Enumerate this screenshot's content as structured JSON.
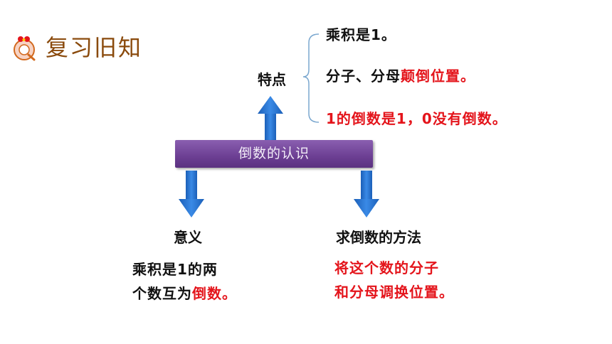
{
  "header": {
    "title": "复习旧知",
    "logo_icon": "cartoon-q-icon"
  },
  "center": {
    "label": "倒数的认识"
  },
  "features": {
    "label": "特点",
    "items": [
      {
        "text": "乘积是1。",
        "highlight": ""
      },
      {
        "text": "分子、分母",
        "highlight": "颠倒位置。"
      },
      {
        "text": "",
        "highlight": "1的倒数是1，0没有倒数。"
      }
    ]
  },
  "meaning": {
    "label": "意义",
    "line1": "乘积是1的两",
    "line2": "个数互为",
    "line2_highlight": "倒数。"
  },
  "method": {
    "label": "求倒数的方法",
    "line1": "将这个数的分子",
    "line2": "和分母调换位置。"
  },
  "colors": {
    "accent_red": "#e4141b",
    "bar_purple": "#6c3f93",
    "arrow_blue": "#1f6fd0",
    "title_brown": "#8a4a0c"
  }
}
